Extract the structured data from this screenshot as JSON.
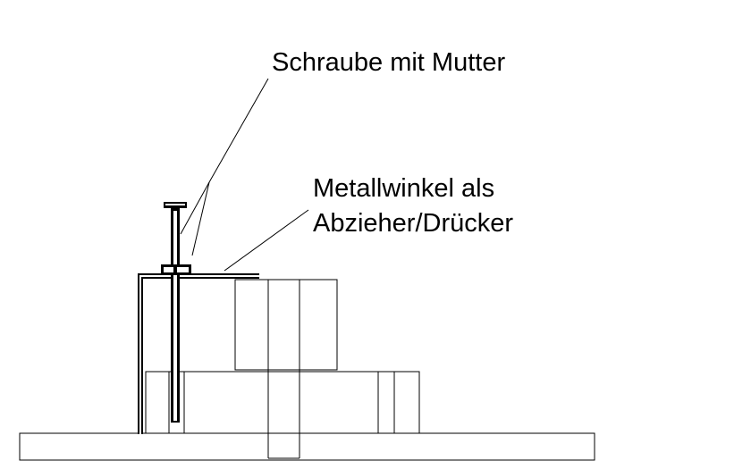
{
  "labels": {
    "screw_with_nut": "Schraube mit Mutter",
    "metal_bracket_line1": "Metallwinkel als",
    "metal_bracket_line2": "Abzieher/Drücker"
  },
  "colors": {
    "line": "#000000",
    "background": "#ffffff"
  }
}
